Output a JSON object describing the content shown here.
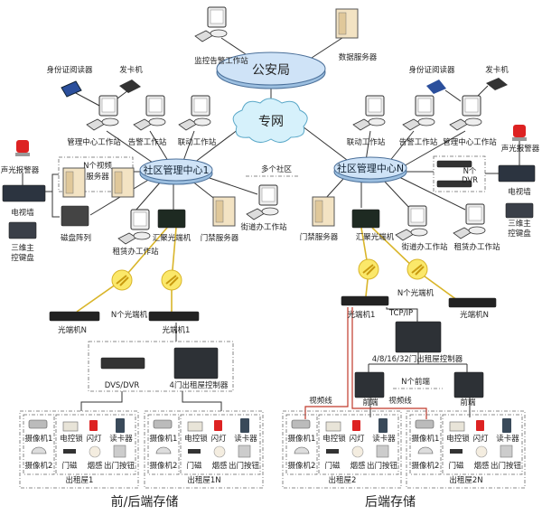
{
  "center": {
    "title": "公安局",
    "monitor_station": "监控告警工作站",
    "data_server": "数据服务器",
    "private_network": "专网",
    "multi_community": "多个社区"
  },
  "community_1": {
    "hub": "社区管理中心1",
    "id_reader": "身份证阅读器",
    "card_issuer": "发卡机",
    "mgmt_station": "管理中心工作站",
    "alarm_station": "告警工作站",
    "linkage_station": "联动工作站",
    "sound_light_alarm": "声光报警器",
    "video_wall": "电视墙",
    "keyboard_1": "三维主",
    "keyboard_2": "控键盘",
    "video_servers_1": "N个视频",
    "video_servers_2": "服务器",
    "disk_array": "磁盘阵列",
    "rental_station": "租赁办工作站",
    "aggregation_optical": "汇聚光端机",
    "access_server": "门禁服务器",
    "street_station": "街道办工作站"
  },
  "community_n": {
    "hub": "社区管理中心N",
    "id_reader": "身份证阅读器",
    "card_issuer": "发卡机",
    "mgmt_station": "管理中心工作站",
    "alarm_station": "告警工作站",
    "linkage_station": "联动工作站",
    "sound_light_alarm": "声光报警器",
    "video_wall": "电视墙",
    "keyboard_1": "三维主",
    "keyboard_2": "控键盘",
    "dvr_1": "N个",
    "dvr_2": "DVR",
    "access_server": "门禁服务器",
    "aggregation_optical": "汇聚光端机",
    "street_station": "街道办工作站",
    "rental_station": "租赁办工作站"
  },
  "frontend": {
    "title": "前/后端存储",
    "optical_n": "光端机N",
    "optical_1": "光端机1",
    "n_optical": "N个光端机",
    "dvs_dvr": "DVS/DVR",
    "controller": "4门出租屋控制器"
  },
  "backend": {
    "title": "后端存储",
    "optical_1": "光端机1",
    "optical_n": "光端机N",
    "n_optical": "N个光端机",
    "tcpip": "TCP/IP",
    "controller": "4/8/16/32门出租屋控制器",
    "front_end": "前端",
    "n_front_end": "N个前端",
    "video_line": "视频线"
  },
  "rooms": [
    {
      "name": "出租屋1",
      "camera1": "摄像机1",
      "camera2": "摄像机2",
      "lock": "电控锁",
      "flash": "闪灯",
      "reader": "读卡器",
      "magnet": "门磁",
      "smoke": "烟感",
      "exit_button": "出门按钮"
    },
    {
      "name": "出租屋1N",
      "camera1": "摄像机1",
      "camera2": "摄像机2",
      "lock": "电控锁",
      "flash": "闪灯",
      "reader": "读卡器",
      "magnet": "门磁",
      "smoke": "烟感",
      "exit_button": "出门按钮"
    },
    {
      "name": "出租屋2",
      "camera1": "摄像机1",
      "camera2": "摄像机2",
      "lock": "电控锁",
      "flash": "闪灯",
      "reader": "读卡器",
      "magnet": "门磁",
      "smoke": "烟感",
      "exit_button": "出门按钮"
    },
    {
      "name": "出租屋2N",
      "camera1": "摄像机1",
      "camera2": "摄像机2",
      "lock": "电控锁",
      "flash": "闪灯",
      "reader": "读卡器",
      "magnet": "门磁",
      "smoke": "烟感",
      "exit_button": "出门按钮"
    }
  ],
  "colors": {
    "hub_fill": "#cfe3f7",
    "cloud_fill": "#d6f1fb",
    "fiber": "#d9b52a",
    "video_line": "#c0392b"
  }
}
